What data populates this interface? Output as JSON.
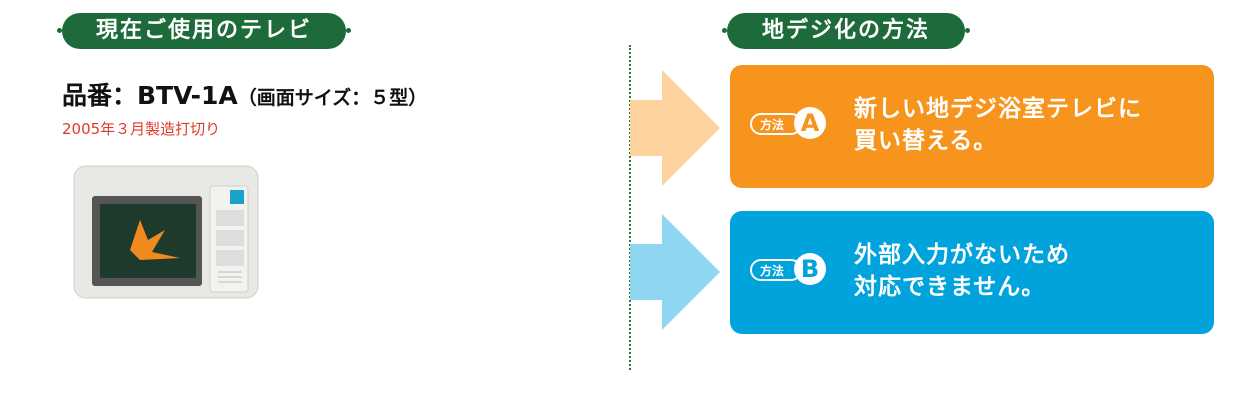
{
  "left": {
    "heading": "現在ご使用のテレビ",
    "model_label": "品番：BTV-1A",
    "model_size": "（画面サイズ：５型）",
    "discontinued": "2005年３月製造打切り"
  },
  "right": {
    "heading": "地デジ化の方法",
    "methods": [
      {
        "badge": "方法",
        "letter": "A",
        "line1": "新しい地デジ浴室テレビに",
        "line2": "買い替える。",
        "color": "#f7941d",
        "arrow_color": "#fdd29e"
      },
      {
        "badge": "方法",
        "letter": "B",
        "line1": "外部入力がないため",
        "line2": "対応できません。",
        "color": "#00a3dc",
        "arrow_color": "#8ed5f2"
      }
    ]
  }
}
